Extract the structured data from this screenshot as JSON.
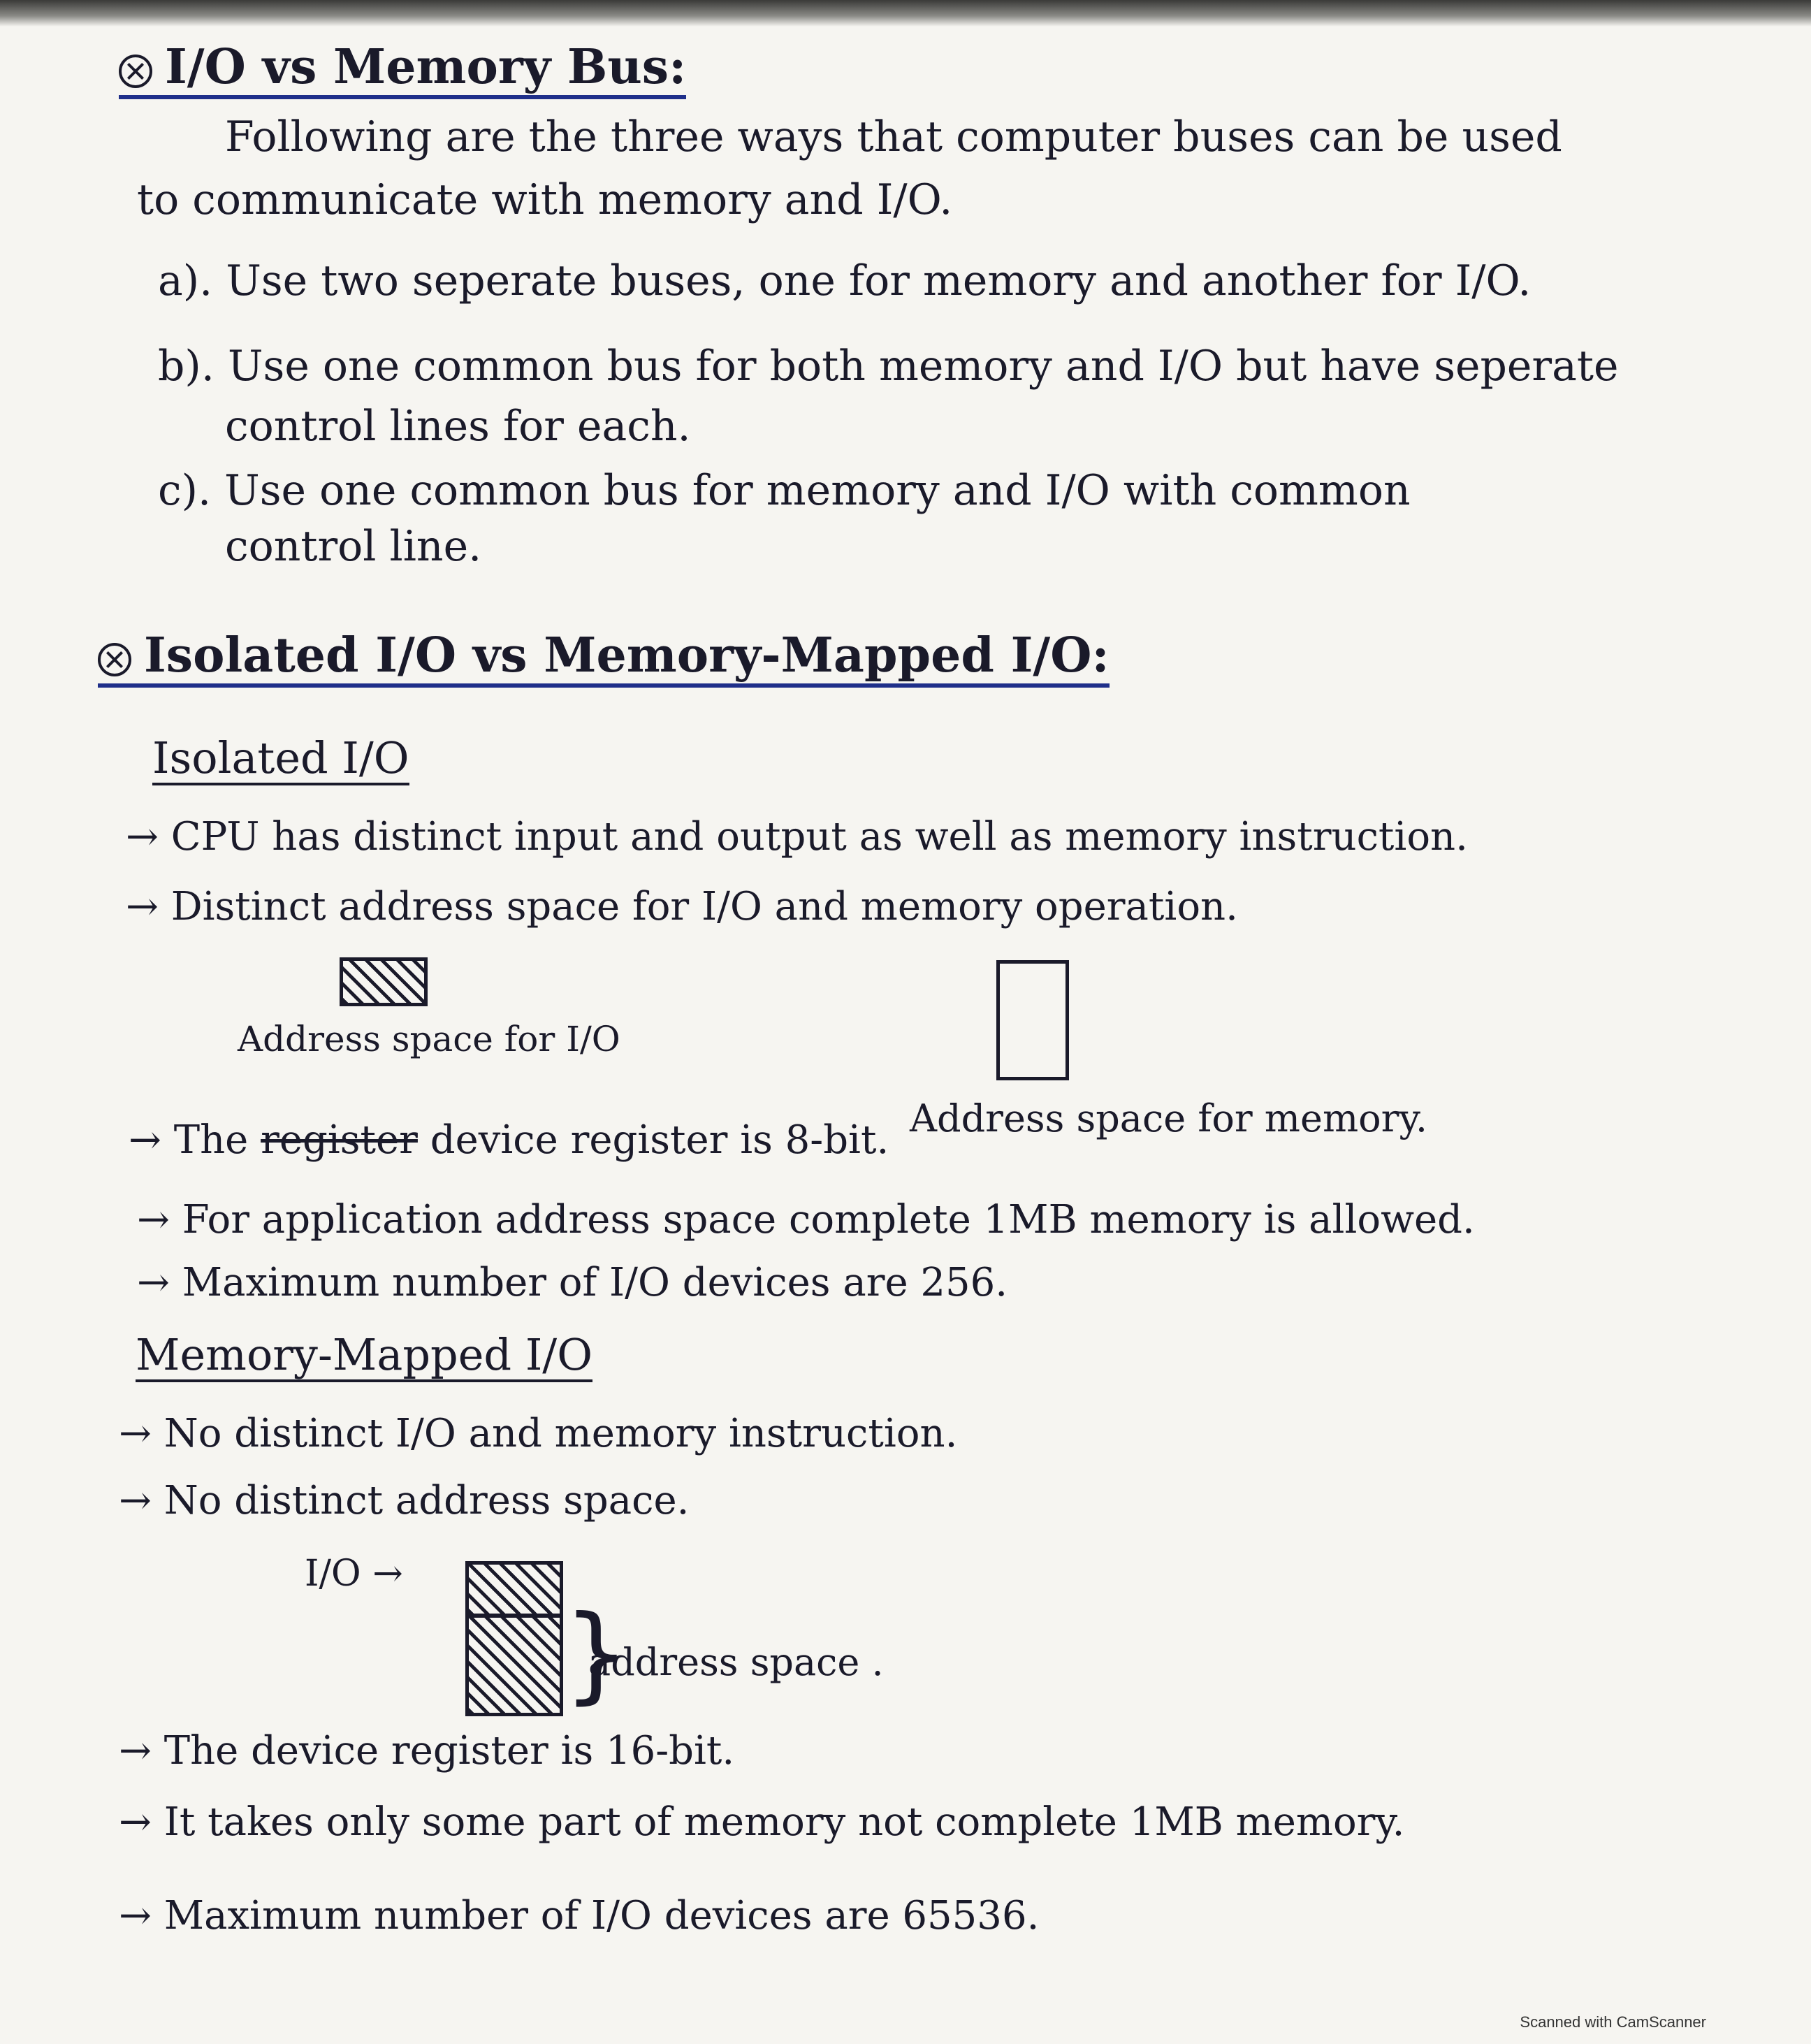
{
  "section1": {
    "heading": "I/O vs Memory Bus:",
    "intro_line1": "Following are the three ways that computer buses can be used",
    "intro_line2": "to communicate with memory and I/O.",
    "item_a": "a). Use two seperate buses, one for memory and another for I/O.",
    "item_b1": "b). Use one common bus for both memory and I/O but have seperate",
    "item_b2": "control lines for each.",
    "item_c1": "c). Use one common bus for memory and I/O with common",
    "item_c2": "control line."
  },
  "section2": {
    "heading": "Isolated I/O vs Memory-Mapped I/O:",
    "isolated": {
      "subheading": "Isolated I/O",
      "point1": "→ CPU has distinct input and output as well as memory instruction.",
      "point2": "→ Distinct address space for I/O and memory operation.",
      "io_label": "Address space for I/O",
      "memory_label": "Address space for memory.",
      "point3_arrow": "→ The",
      "point3_struck": "register",
      "point3_rest": "device register is 8-bit.",
      "point4": "→ For application address space complete 1MB memory is allowed.",
      "point5": "→ Maximum number of I/O devices are 256."
    },
    "memory_mapped": {
      "subheading": "Memory-Mapped I/O",
      "point1": "→ No distinct I/O and memory instruction.",
      "point2": "→ No distinct address space.",
      "io_label": "I/O →",
      "address_label": "address space .",
      "point3": "→ The device register is 16-bit.",
      "point4": "→ It takes only some part of memory not complete 1MB memory.",
      "point5": "→ Maximum number of I/O devices are 65536."
    }
  },
  "footer": "Scanned with CamScanner"
}
